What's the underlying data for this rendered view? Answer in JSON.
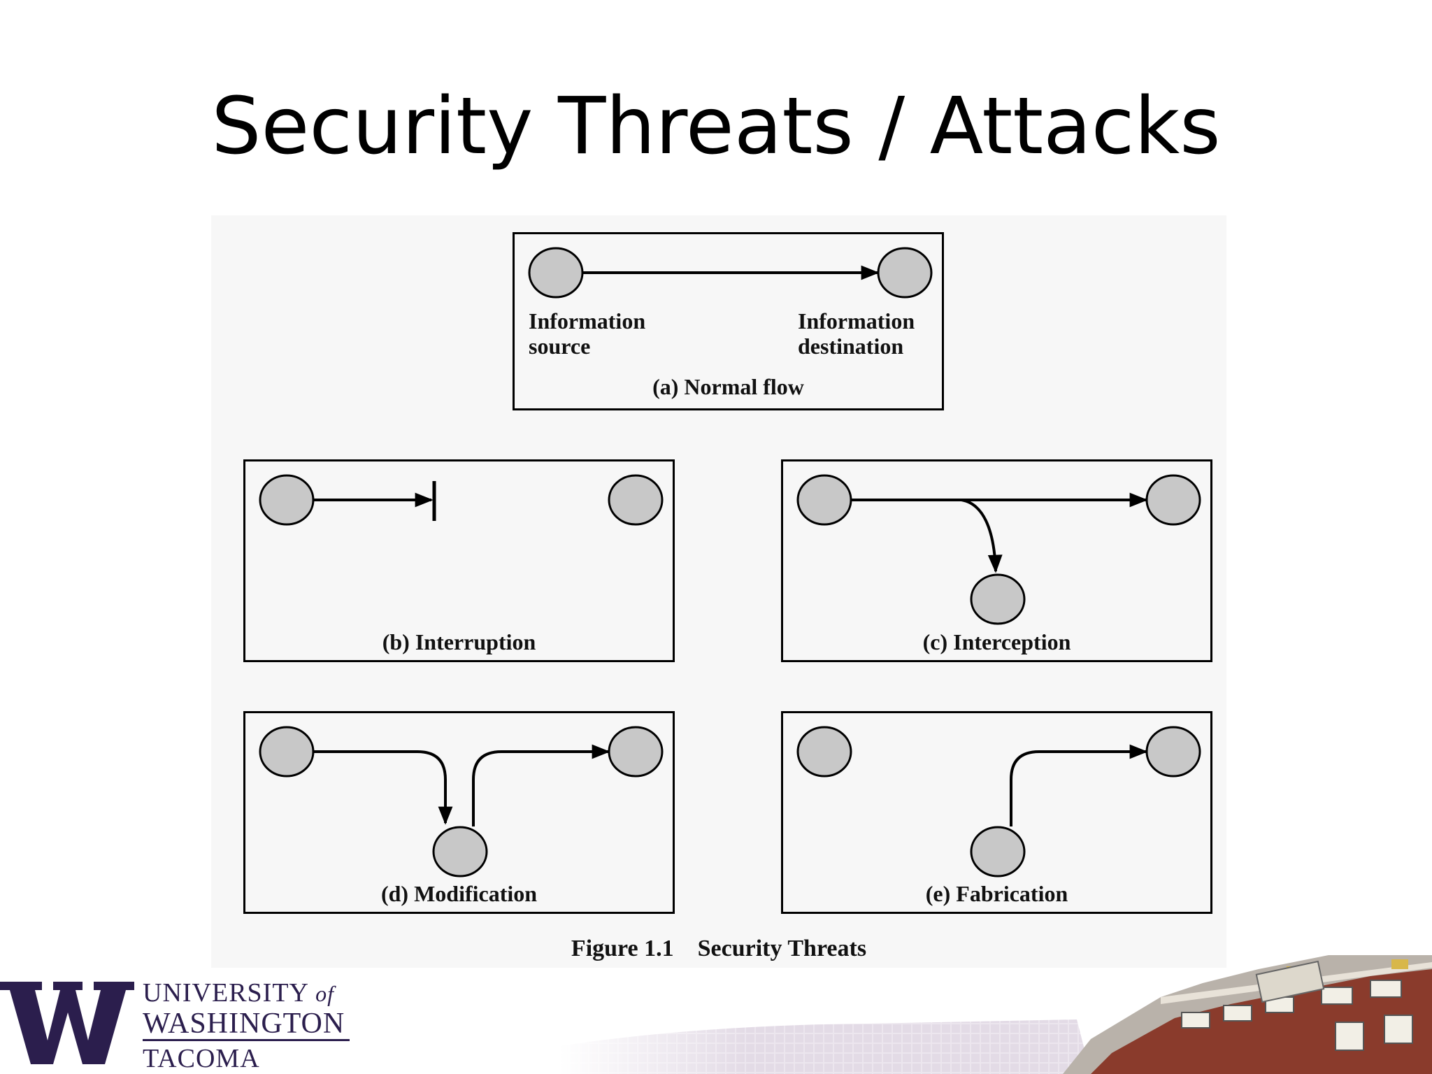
{
  "slide": {
    "title": "Security Threats / Attacks"
  },
  "panels": {
    "a": {
      "source_label": "Information\nsource",
      "dest_label": "Information\ndestination",
      "caption": "(a) Normal flow"
    },
    "b": {
      "caption": "(b) Interruption"
    },
    "c": {
      "caption": "(c) Interception"
    },
    "d": {
      "caption": "(d) Modification"
    },
    "e": {
      "caption": "(e) Fabrication"
    }
  },
  "figure": {
    "caption": "Figure 1.1    Security Threats"
  },
  "logo": {
    "line1": "UNIVERSITY",
    "line1_of": "of",
    "line2": "WASHINGTON",
    "line3": "TACOMA"
  },
  "colors": {
    "node_fill": "#c8c8c8",
    "logo_purple": "#2b1e4d",
    "figure_bg": "#f7f7f7"
  }
}
